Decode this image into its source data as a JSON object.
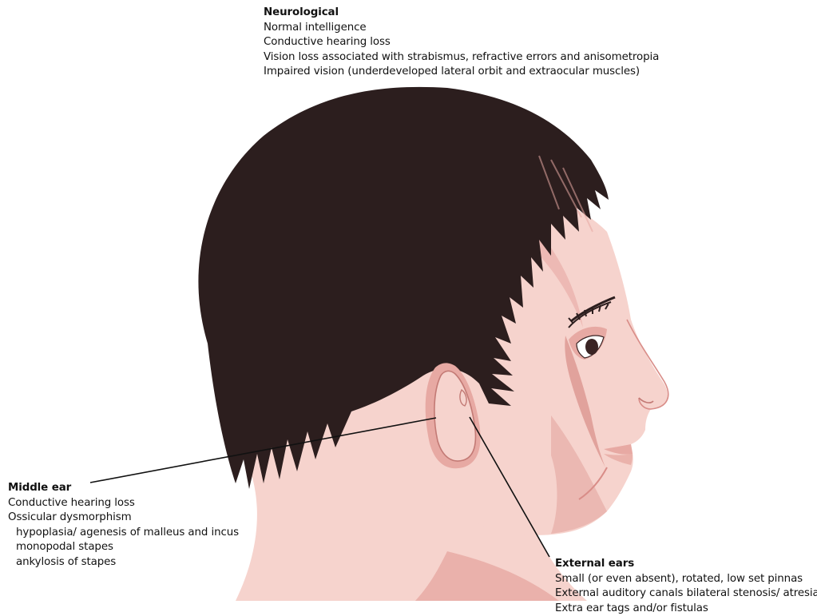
{
  "figure": {
    "subject": "head-profile-illustration",
    "colors": {
      "hair": "#2c1e1e",
      "skin": "#f6d3cd",
      "skin_shadow": "#e7a9a3",
      "skin_deep": "#d98d88",
      "leader_line": "#111111"
    }
  },
  "callouts": {
    "neurological": {
      "heading": "Neurological",
      "lines": [
        "Normal intelligence",
        "Conductive hearing loss",
        "Vision loss associated with strabismus, refractive errors and anisometropia",
        "Impaired vision (underdeveloped lateral orbit and extraocular muscles)"
      ]
    },
    "middle_ear": {
      "heading": "Middle ear",
      "lines": [
        "Conductive hearing loss",
        "Ossicular dysmorphism"
      ],
      "sublines": [
        "hypoplasia/ agenesis of malleus and incus",
        "monopodal stapes",
        "ankylosis of stapes"
      ]
    },
    "external_ears": {
      "heading": "External ears",
      "lines": [
        "Small (or even absent), rotated, low set pinnas",
        "External auditory canals bilateral stenosis/ atresia",
        "Extra ear tags and/or fistulas"
      ]
    }
  }
}
